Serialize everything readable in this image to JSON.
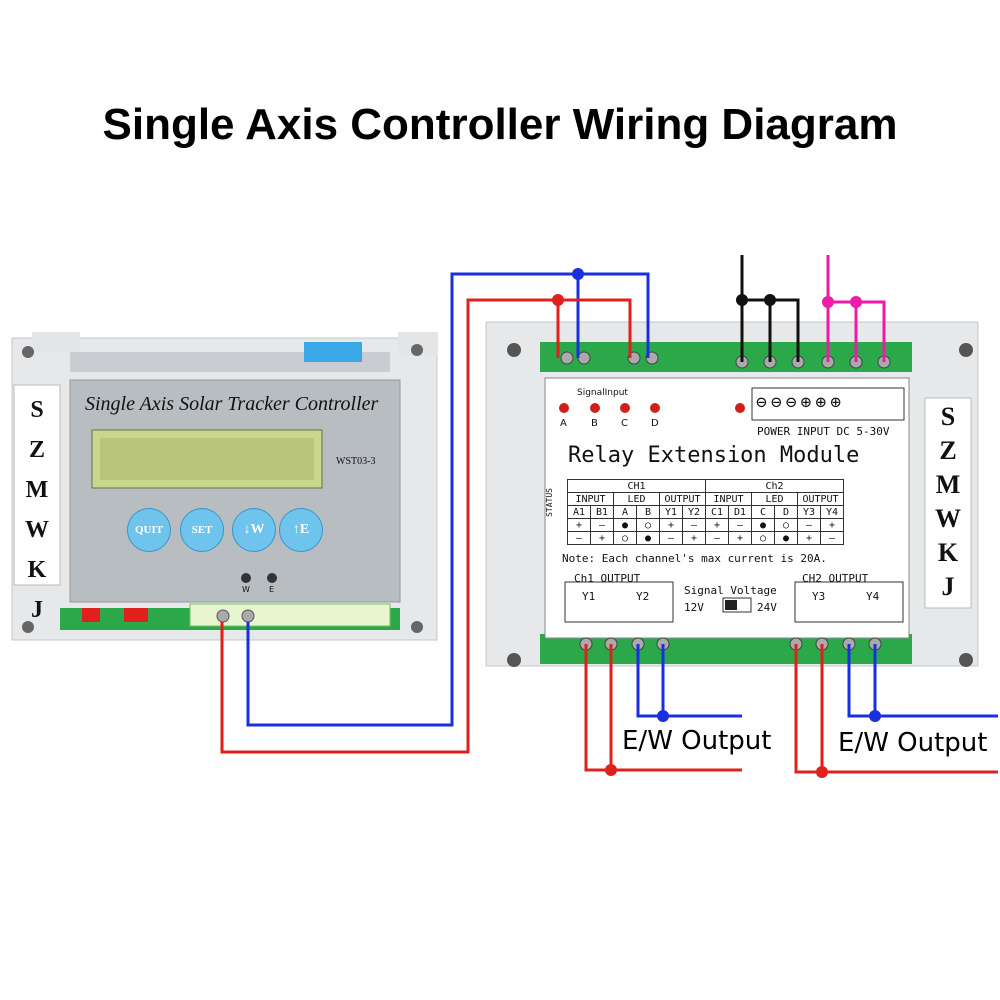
{
  "title": "Single Axis Controller Wiring Diagram",
  "controller": {
    "name": "Single Axis Solar Tracker Controller",
    "model": "WST03-3",
    "brand_letters": [
      "S",
      "Z",
      "M",
      "W",
      "K",
      "J"
    ],
    "buttons": [
      {
        "label": "QUIT"
      },
      {
        "label": "SET"
      },
      {
        "label": "W",
        "icon": "arrow-down-icon"
      },
      {
        "label": "E",
        "icon": "arrow-up-icon"
      }
    ],
    "led_labels": [
      "W",
      "E"
    ]
  },
  "relay_module": {
    "name": "Relay Extension Module",
    "signal_input_label": "SignalInput",
    "signal_leds": [
      "A",
      "B",
      "C",
      "D"
    ],
    "power_label": "POWER INPUT DC 5-30V",
    "power_terminals": [
      "⊖",
      "⊖",
      "⊖",
      "⊕",
      "⊕",
      "⊕"
    ],
    "brand_letters": [
      "S",
      "Z",
      "M",
      "W",
      "K",
      "J"
    ],
    "status_label": "STATUS",
    "ch1_label": "CH1",
    "ch2_label": "Ch2",
    "table_headers": [
      "INPUT",
      "LED",
      "OUTPUT",
      "INPUT",
      "LED",
      "OUTPUT"
    ],
    "table_cols": [
      "A1",
      "B1",
      "A",
      "B",
      "Y1",
      "Y2",
      "C1",
      "D1",
      "C",
      "D",
      "Y3",
      "Y4"
    ],
    "table_rows": [
      [
        "+",
        "–",
        "●",
        "○",
        "+",
        "–",
        "+",
        "–",
        "●",
        "○",
        "–",
        "+"
      ],
      [
        "–",
        "+",
        "○",
        "●",
        "–",
        "+",
        "–",
        "+",
        "○",
        "●",
        "+",
        "–"
      ]
    ],
    "note": "Note: Each channel's max current is 20A.",
    "ch1_output_label": "Ch1 OUTPUT",
    "ch2_output_label": "CH2 OUTPUT",
    "outputs": [
      "Y1",
      "Y2",
      "Y3",
      "Y4"
    ],
    "signal_voltage_label": "Signal Voltage",
    "voltage_left": "12V",
    "voltage_right": "24V"
  },
  "labels": {
    "ew_output_left": "E/W  Output",
    "ew_output_right": "E/W  Output"
  },
  "colors": {
    "wire_red": "#e0201c",
    "wire_blue": "#1a2fe0",
    "wire_black": "#111111",
    "wire_magenta": "#ee1aa8",
    "button_blue": "#6fc4ee",
    "terminal_green": "#2fb84a"
  }
}
